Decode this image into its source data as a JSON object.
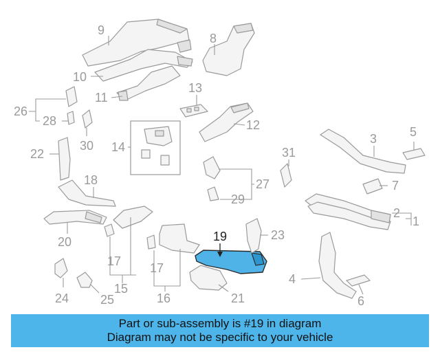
{
  "callouts": {
    "c1": "1",
    "c2": "2",
    "c3": "3",
    "c4": "4",
    "c5": "5",
    "c6": "6",
    "c7": "7",
    "c8": "8",
    "c9": "9",
    "c10": "10",
    "c11": "11",
    "c12": "12",
    "c13": "13",
    "c14": "14",
    "c15": "15",
    "c16": "16",
    "c17a": "17",
    "c17b": "17",
    "c18": "18",
    "c19": "19",
    "c20": "20",
    "c21": "21",
    "c22": "22",
    "c23": "23",
    "c24": "24",
    "c25": "25",
    "c26": "26",
    "c27": "27",
    "c28": "28",
    "c29": "29",
    "c30": "30",
    "c31": "31"
  },
  "banner": {
    "line1": "Part or sub-assembly is #19 in diagram",
    "line2": "Diagram may not be specific to your vehicle",
    "color": "#4db5ea"
  },
  "highlight": {
    "part_number": "19",
    "color": "#4fb3e8"
  }
}
